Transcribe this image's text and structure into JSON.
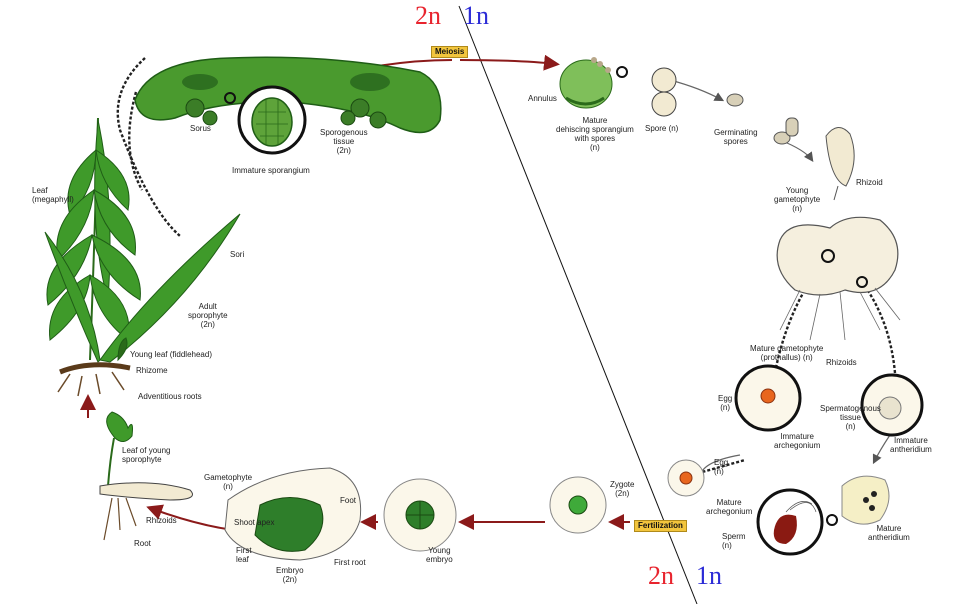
{
  "ploidy": {
    "diploid": "2n",
    "haploid": "1n"
  },
  "steps": {
    "meiosis": "Meiosis",
    "fertilization": "Fertilization"
  },
  "labels": {
    "annulus": "Annulus",
    "mature_sporangium": "Mature\ndehiscing sporangium\nwith spores\n(n)",
    "spore": "Spore (n)",
    "germinating_spores": "Germinating\nspores",
    "rhizoid": "Rhizoid",
    "young_gametophyte": "Young\ngametophyte\n(n)",
    "mature_gametophyte": "Mature gametophyte\n(prothallus) (n)",
    "rhizoids_gametophyte": "Rhizoids",
    "egg_upper": "Egg\n(n)",
    "spermatogenous_tissue": "Spermatogenous\ntissue\n(n)",
    "immature_archegonium": "Immature\narchegonium",
    "immature_antheridium": "Immature\nantheridium",
    "egg_lower": "Egg\n(n)",
    "mature_archegonium": "Mature\narchegonium",
    "sperm": "Sperm\n(n)",
    "mature_antheridium": "Mature\nantheridium",
    "zygote": "Zygote\n(2n)",
    "young_embryo": "Young\nembryo",
    "gametophyte_lower": "Gametophyte\n(n)",
    "foot": "Foot",
    "shoot_apex": "Shoot apex",
    "first_leaf": "First\nleaf",
    "first_root": "First root",
    "embryo": "Embryo\n(2n)",
    "leaf_young_sporophyte": "Leaf of young\nsporophyte",
    "rhizoids_lower": "Rhizoids",
    "root": "Root",
    "adventitious_roots": "Adventitious roots",
    "rhizome": "Rhizome",
    "young_leaf": "Young leaf (fiddlehead)",
    "adult_sporophyte": "Adult\nsporophyte\n(2n)",
    "sori": "Sori",
    "leaf": "Leaf\n(megaphyll)",
    "sorus": "Sorus",
    "immature_sporangium": "Immature sporangium",
    "sporogenous_tissue": "Sporogenous\ntissue\n(2n)"
  }
}
